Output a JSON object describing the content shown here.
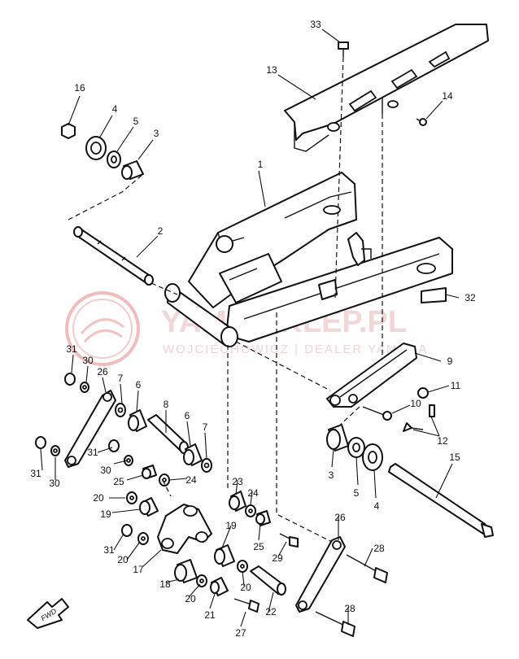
{
  "watermark": {
    "brand": "YAMA-SKLEP.PL",
    "subtitle": "WOJCIECHOWICZ | DEALER YAMAHA",
    "logo_color": "#e06a6a"
  },
  "fwd_label": "FWD",
  "callouts": {
    "n33": "33",
    "n13": "13",
    "n14": "14",
    "n16": "16",
    "n4": "4",
    "n5": "5",
    "n3": "3",
    "n1": "1",
    "n2": "2",
    "n32": "32",
    "n9": "9",
    "n11": "11",
    "n10": "10",
    "n12": "12",
    "n3b": "3",
    "n5b": "5",
    "n4b": "4",
    "n15": "15",
    "n31a": "31",
    "n30a": "30",
    "n26a": "26",
    "n7a": "7",
    "n6a": "6",
    "n8": "8",
    "n6b": "6",
    "n7b": "7",
    "n31b": "31",
    "n30b": "30",
    "n31c": "31",
    "n30c": "30",
    "n25a": "25",
    "n24a": "24",
    "n23": "23",
    "n24b": "24",
    "n20a": "20",
    "n19a": "19",
    "n25b": "25",
    "n19b": "19",
    "n31d": "31",
    "n20b": "20",
    "n17": "17",
    "n29": "29",
    "n26b": "26",
    "n28a": "28",
    "n18": "18",
    "n20c": "20",
    "n20d": "20",
    "n22": "22",
    "n21": "21",
    "n27": "27",
    "n28b": "28"
  }
}
